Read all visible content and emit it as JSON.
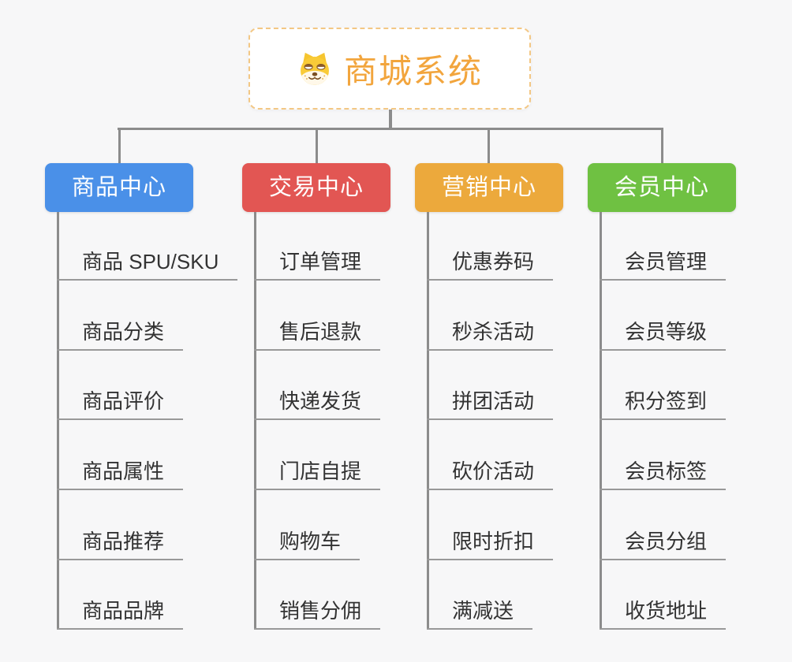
{
  "root": {
    "title": "商城系统",
    "icon": "dog-face-icon",
    "text_color": "#f2a53d",
    "border_color": "#f3c784"
  },
  "connector_color": "#8c8c8c",
  "background_color": "#f7f7f8",
  "branches": [
    {
      "label": "商品中心",
      "color": "#4a90e8",
      "items": [
        "商品 SPU/SKU",
        "商品分类",
        "商品评价",
        "商品属性",
        "商品推荐",
        "商品品牌"
      ]
    },
    {
      "label": "交易中心",
      "color": "#e25653",
      "items": [
        "订单管理",
        "售后退款",
        "快递发货",
        "门店自提",
        "购物车",
        "销售分佣"
      ]
    },
    {
      "label": "营销中心",
      "color": "#eca93c",
      "items": [
        "优惠券码",
        "秒杀活动",
        "拼团活动",
        "砍价活动",
        "限时折扣",
        "满减送"
      ]
    },
    {
      "label": "会员中心",
      "color": "#6fc142",
      "items": [
        "会员管理",
        "会员等级",
        "积分签到",
        "会员标签",
        "会员分组",
        "收货地址"
      ]
    }
  ]
}
